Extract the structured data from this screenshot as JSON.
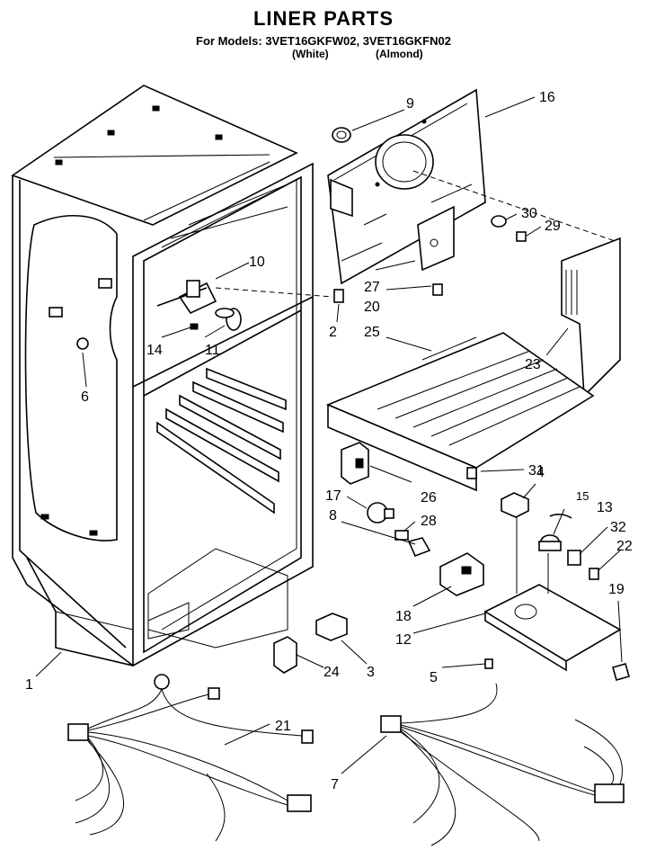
{
  "header": {
    "title": "LINER PARTS",
    "models": "For Models: 3VET16GKFW02, 3VET16GKFN02",
    "variant_white": "(White)",
    "variant_almond": "(Almond)"
  },
  "callouts": [
    {
      "id": "1",
      "label": "1"
    },
    {
      "id": "2",
      "label": "2"
    },
    {
      "id": "3",
      "label": "3"
    },
    {
      "id": "4",
      "label": "4"
    },
    {
      "id": "5",
      "label": "5"
    },
    {
      "id": "6",
      "label": "6"
    },
    {
      "id": "7",
      "label": "7"
    },
    {
      "id": "8",
      "label": "8"
    },
    {
      "id": "9",
      "label": "9"
    },
    {
      "id": "10",
      "label": "10"
    },
    {
      "id": "11",
      "label": "11"
    },
    {
      "id": "12",
      "label": "12"
    },
    {
      "id": "13",
      "label": "13"
    },
    {
      "id": "14",
      "label": "14"
    },
    {
      "id": "15",
      "label": "15"
    },
    {
      "id": "16",
      "label": "16"
    },
    {
      "id": "17",
      "label": "17"
    },
    {
      "id": "18",
      "label": "18"
    },
    {
      "id": "19",
      "label": "19"
    },
    {
      "id": "20",
      "label": "20"
    },
    {
      "id": "21",
      "label": "21"
    },
    {
      "id": "22",
      "label": "22"
    },
    {
      "id": "23",
      "label": "23"
    },
    {
      "id": "24",
      "label": "24"
    },
    {
      "id": "25",
      "label": "25"
    },
    {
      "id": "26",
      "label": "26"
    },
    {
      "id": "27",
      "label": "27"
    },
    {
      "id": "28",
      "label": "28"
    },
    {
      "id": "29",
      "label": "29"
    },
    {
      "id": "30",
      "label": "30"
    },
    {
      "id": "31",
      "label": "31"
    },
    {
      "id": "32",
      "label": "32"
    }
  ]
}
